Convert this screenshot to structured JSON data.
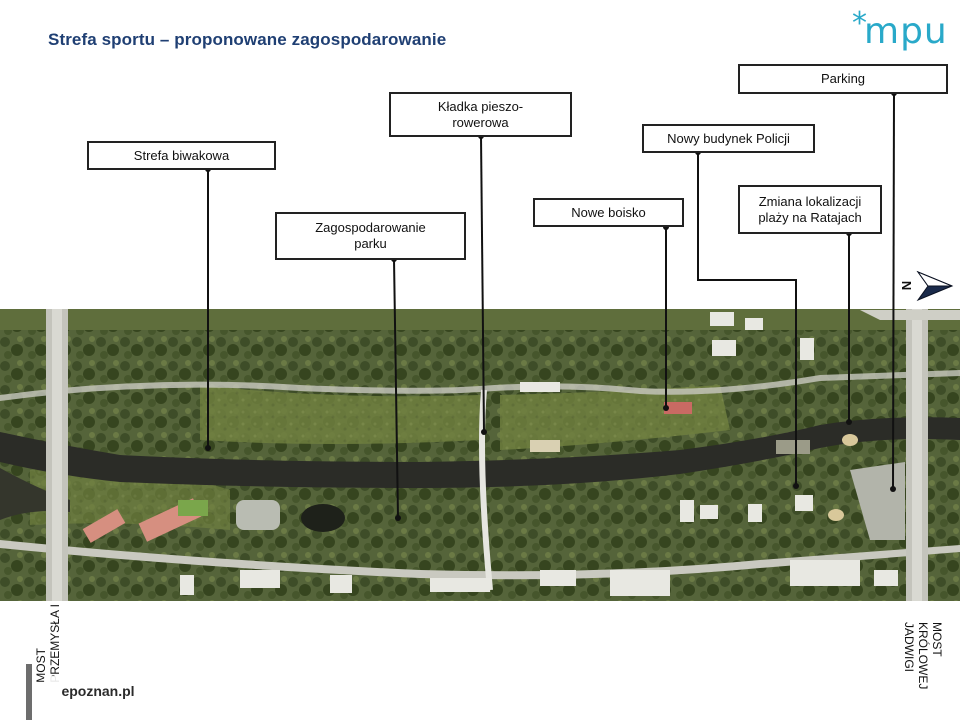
{
  "header": {
    "title": "Strefa sportu – proponowane zagospodarowanie",
    "logo_text": "mpu",
    "logo_color": "#29a9c9"
  },
  "labels": [
    {
      "id": "strefa-biwakowa",
      "text": "Strefa biwakowa"
    },
    {
      "id": "zagospodarowanie-parku",
      "text": "Zagospodarowanie\nparku"
    },
    {
      "id": "kladka",
      "text": "Kładka pieszo-\nrowerowa"
    },
    {
      "id": "nowe-boisko",
      "text": "Nowe boisko"
    },
    {
      "id": "nowy-budynek-policji",
      "text": "Nowy budynek Policji"
    },
    {
      "id": "zmiana-plazy",
      "text": "Zmiana lokalizacji\nplaży na Ratajach"
    },
    {
      "id": "parking",
      "text": "Parking"
    }
  ],
  "compass": {
    "letter": "N",
    "icon": "north-arrow-icon"
  },
  "bridges": {
    "left": "MOST\nPRZEMYSŁA I",
    "right": "MOST\nKRÓLOWEJ\nJADWIGI"
  },
  "watermark": "epoznan.pl",
  "colors": {
    "vegetation": "#4f5c32",
    "river": "#2b2c27",
    "road": "#c9c9c0",
    "leader_line": "#111111"
  }
}
